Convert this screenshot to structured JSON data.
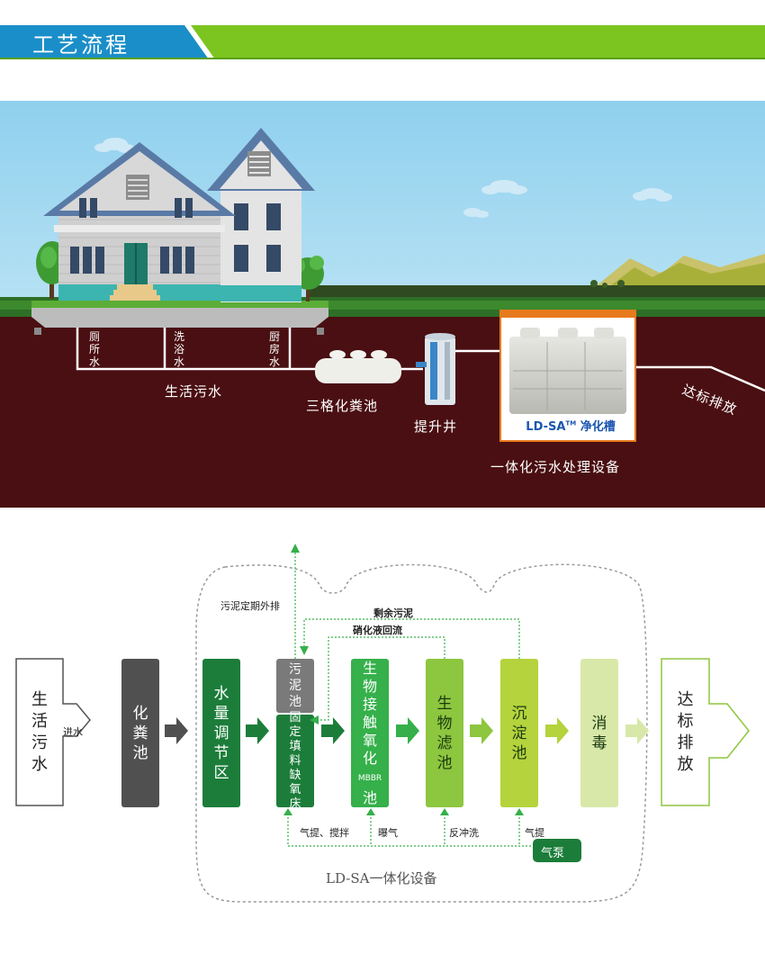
{
  "header": {
    "title": "工艺流程"
  },
  "scene": {
    "rooms": [
      "厕所水",
      "洗浴水",
      "厨房水"
    ],
    "domestic_sewage": "生活污水",
    "septic_tank": "三格化粪池",
    "lift_well": "提升井",
    "tank_brand": "LD-SA",
    "tank_tm": "TM",
    "tank_name": "净化槽",
    "equipment": "一体化污水处理设备",
    "discharge": "达标排放"
  },
  "flow": {
    "start": "生活污水",
    "inlet": "进水",
    "septic": "化粪池",
    "regulation": "水量调节区",
    "sludge_tank": "污泥池",
    "anoxic_bed": "固定填料缺氧床",
    "contact": "生物接触氧化",
    "mbbr": "MBBR",
    "contact_suffix": "池",
    "filter": "生物滤池",
    "sedimentation": "沉淀池",
    "disinfection": "消毒",
    "end": "达标排放",
    "sludge_discharge": "污泥定期外排",
    "excess_sludge": "剩余污泥",
    "nitrification_reflux": "硝化液回流",
    "air_lift_stir": "气提、搅拌",
    "aeration": "曝气",
    "backwash": "反冲洗",
    "air_lift": "气提",
    "air_pump": "气泵",
    "equipment_label": "LD-SA一体化设备"
  }
}
